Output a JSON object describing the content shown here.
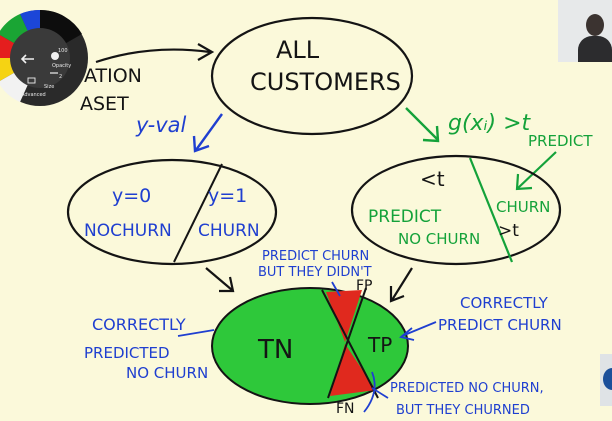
{
  "whiteboard": {
    "top_node": {
      "line1": "ALL",
      "line2": "CUSTOMERS"
    },
    "partial_left": {
      "line1": "ATION",
      "line2": "ASET"
    },
    "left_arrow_label": "y-val",
    "right_arrow_label": "g(xᵢ) >t",
    "predict_label": "PREDICT",
    "left_node": {
      "y0": "y=0",
      "no_churn": "NOCHURN",
      "y1": "y=1",
      "churn": "CHURN"
    },
    "right_node": {
      "lt": "<t",
      "predict": "PREDICT",
      "no_churn": "NO CHURN",
      "churn": "CHURN",
      "gt": ">t"
    },
    "bottom_node": {
      "tn": "TN",
      "tp": "TP",
      "fp": "FP",
      "fn": "FN"
    },
    "annotations": {
      "fp_line1": "PREDICT CHURN",
      "fp_line2": "BUT THEY DIDN'T",
      "tn_line1": "CORRECTLY",
      "tn_line2": "PREDICTED",
      "tn_line3": "NO CHURN",
      "tp_line1": "CORRECTLY",
      "tp_line2": "PREDICT CHURN",
      "fn_line1": "PREDICTED NO CHURN,",
      "fn_line2": "BUT THEY CHURNED"
    }
  },
  "palette": {
    "opacity_label": "Opacity",
    "opacity_value": "100",
    "size_label": "Size",
    "size_value": "2",
    "advanced_label": "Advanced"
  },
  "colors": {
    "background": "#fbf9da",
    "ink_black": "#141414",
    "ink_blue": "#1f3fd0",
    "ink_green": "#14a23a",
    "fill_green": "#2ec83a",
    "fill_red": "#e0291e"
  }
}
